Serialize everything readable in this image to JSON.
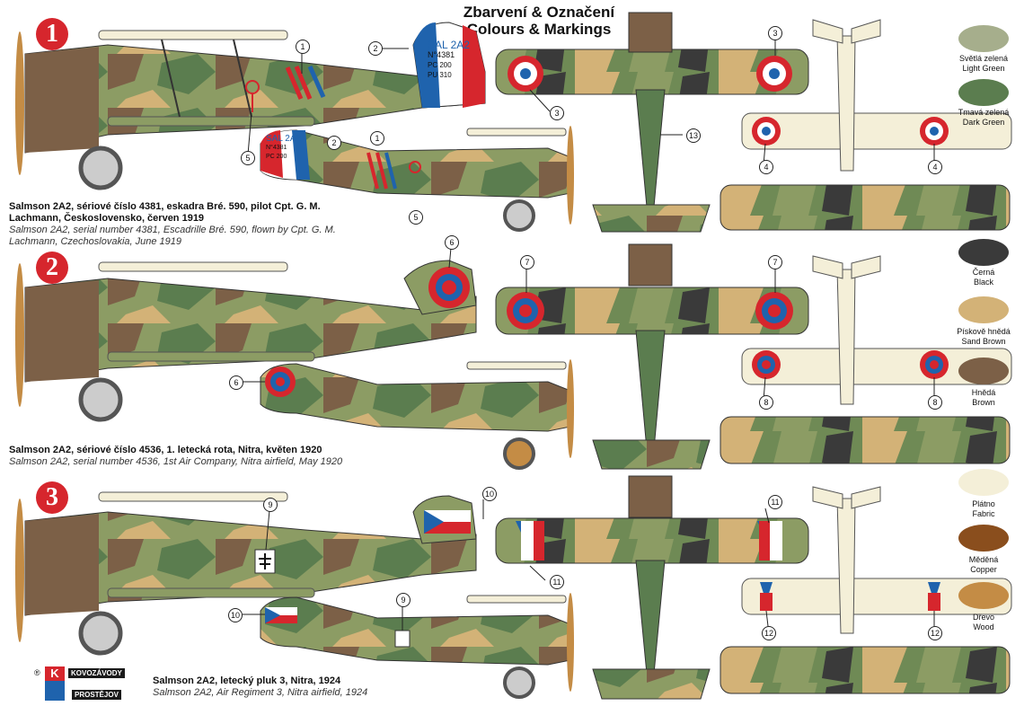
{
  "header": {
    "title_cz": "Zbarvení & Označení",
    "title_en": "Colours & Markings"
  },
  "schemes": [
    {
      "badge": "1",
      "caption_cz_line1": "Salmson 2A2, sériové číslo 4381, eskadra Bré. 590, pilot Cpt. G. M.",
      "caption_cz_line2": "Lachmann, Československo, červen 1919",
      "caption_en_line1": "Salmson 2A2, serial number 4381, Escadrille Bré. 590, flown by Cpt. G. M.",
      "caption_en_line2": "Lachmann, Czechoslovakia, June 1919",
      "tail_text": [
        "SAL 2A2",
        "N°4381",
        "PC 200",
        "PU 310"
      ]
    },
    {
      "badge": "2",
      "caption_cz_line1": "Salmson 2A2, sériové číslo 4536, 1. letecká rota, Nitra, květen 1920",
      "caption_en_line1": "Salmson 2A2, serial number 4536, 1st Air Company, Nitra airfield, May 1920"
    },
    {
      "badge": "3",
      "caption_cz_line1": "Salmson 2A2, letecký pluk 3, Nitra, 1924",
      "caption_en_line1": "Salmson 2A2, Air Regiment 3, Nitra airfield, 1924"
    }
  ],
  "callouts": [
    "1",
    "2",
    "3",
    "4",
    "5",
    "6",
    "7",
    "8",
    "9",
    "10",
    "11",
    "12",
    "13"
  ],
  "swatches": [
    {
      "cz": "Světlá zelená",
      "en": "Light Green",
      "color": "#a6ae8c"
    },
    {
      "cz": "Tmavá zelená",
      "en": "Dark Green",
      "color": "#5b7d4f"
    },
    {
      "cz": "Černá",
      "en": "Black",
      "color": "#3a3a3a"
    },
    {
      "cz": "Pískově hnědá",
      "en": "Sand Brown",
      "color": "#d3b277"
    },
    {
      "cz": "Hnědá",
      "en": "Brown",
      "color": "#7c6047"
    },
    {
      "cz": "Plátno",
      "en": "Fabric",
      "color": "#f4efd8"
    },
    {
      "cz": "Měděná",
      "en": "Copper",
      "color": "#8a4e1d"
    },
    {
      "cz": "Dřevo",
      "en": "Wood",
      "color": "#c48c45"
    }
  ],
  "logo": {
    "top": "KOVOZÁVODY",
    "bottom": "PROSTĚJOV",
    "letter": "K"
  },
  "colors": {
    "red": "#d6262d",
    "blue": "#1f63ad",
    "cream": "#f4efd8",
    "olive": "#7f8f5a",
    "brown": "#7c6047",
    "sand": "#d3b277",
    "dark": "#3a3a3a"
  }
}
